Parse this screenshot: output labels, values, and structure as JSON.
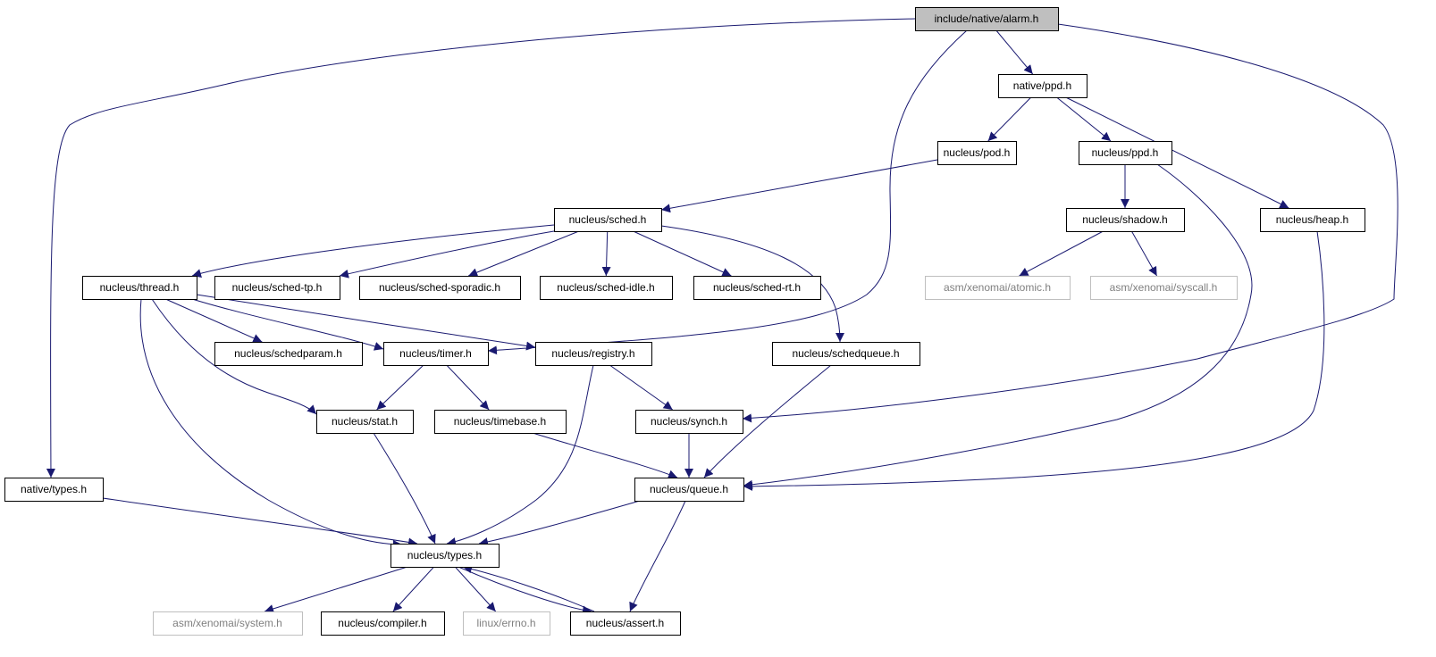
{
  "diagram": {
    "colors": {
      "edge": "#191970",
      "node_border": "#000000",
      "root_fill": "#bfbfbf",
      "missing_border": "#bfbfbf",
      "missing_text": "#808080",
      "text": "#000000"
    },
    "nodes": [
      {
        "id": "alarm",
        "label": "include/native/alarm.h",
        "kind": "root"
      },
      {
        "id": "native_ppd",
        "label": "native/ppd.h",
        "kind": "normal"
      },
      {
        "id": "nucleus_pod",
        "label": "nucleus/pod.h",
        "kind": "normal"
      },
      {
        "id": "nucleus_ppd",
        "label": "nucleus/ppd.h",
        "kind": "normal"
      },
      {
        "id": "nucleus_sched",
        "label": "nucleus/sched.h",
        "kind": "normal"
      },
      {
        "id": "nucleus_shadow",
        "label": "nucleus/shadow.h",
        "kind": "normal"
      },
      {
        "id": "nucleus_heap",
        "label": "nucleus/heap.h",
        "kind": "normal"
      },
      {
        "id": "nucleus_thread",
        "label": "nucleus/thread.h",
        "kind": "normal"
      },
      {
        "id": "sched_tp",
        "label": "nucleus/sched-tp.h",
        "kind": "normal"
      },
      {
        "id": "sched_sporadic",
        "label": "nucleus/sched-sporadic.h",
        "kind": "normal"
      },
      {
        "id": "sched_idle",
        "label": "nucleus/sched-idle.h",
        "kind": "normal"
      },
      {
        "id": "sched_rt",
        "label": "nucleus/sched-rt.h",
        "kind": "normal"
      },
      {
        "id": "asm_atomic",
        "label": "asm/xenomai/atomic.h",
        "kind": "missing"
      },
      {
        "id": "asm_syscall",
        "label": "asm/xenomai/syscall.h",
        "kind": "missing"
      },
      {
        "id": "schedparam",
        "label": "nucleus/schedparam.h",
        "kind": "normal"
      },
      {
        "id": "timer",
        "label": "nucleus/timer.h",
        "kind": "normal"
      },
      {
        "id": "registry",
        "label": "nucleus/registry.h",
        "kind": "normal"
      },
      {
        "id": "schedqueue",
        "label": "nucleus/schedqueue.h",
        "kind": "normal"
      },
      {
        "id": "stat",
        "label": "nucleus/stat.h",
        "kind": "normal"
      },
      {
        "id": "timebase",
        "label": "nucleus/timebase.h",
        "kind": "normal"
      },
      {
        "id": "synch",
        "label": "nucleus/synch.h",
        "kind": "normal"
      },
      {
        "id": "native_types",
        "label": "native/types.h",
        "kind": "normal"
      },
      {
        "id": "queue",
        "label": "nucleus/queue.h",
        "kind": "normal"
      },
      {
        "id": "nucleus_types",
        "label": "nucleus/types.h",
        "kind": "normal"
      },
      {
        "id": "asm_system",
        "label": "asm/xenomai/system.h",
        "kind": "missing"
      },
      {
        "id": "compiler",
        "label": "nucleus/compiler.h",
        "kind": "normal"
      },
      {
        "id": "linux_errno",
        "label": "linux/errno.h",
        "kind": "missing"
      },
      {
        "id": "assert",
        "label": "nucleus/assert.h",
        "kind": "normal"
      }
    ],
    "edges": [
      {
        "from": "alarm",
        "to": "native_ppd"
      },
      {
        "from": "alarm",
        "to": "native_types"
      },
      {
        "from": "alarm",
        "to": "timer"
      },
      {
        "from": "alarm",
        "to": "synch"
      },
      {
        "from": "native_ppd",
        "to": "nucleus_pod"
      },
      {
        "from": "native_ppd",
        "to": "nucleus_ppd"
      },
      {
        "from": "native_ppd",
        "to": "nucleus_heap"
      },
      {
        "from": "nucleus_pod",
        "to": "nucleus_sched"
      },
      {
        "from": "nucleus_ppd",
        "to": "nucleus_shadow"
      },
      {
        "from": "nucleus_ppd",
        "to": "queue"
      },
      {
        "from": "nucleus_shadow",
        "to": "asm_atomic"
      },
      {
        "from": "nucleus_shadow",
        "to": "asm_syscall"
      },
      {
        "from": "nucleus_heap",
        "to": "queue"
      },
      {
        "from": "nucleus_sched",
        "to": "nucleus_thread"
      },
      {
        "from": "nucleus_sched",
        "to": "sched_tp"
      },
      {
        "from": "nucleus_sched",
        "to": "sched_sporadic"
      },
      {
        "from": "nucleus_sched",
        "to": "sched_idle"
      },
      {
        "from": "nucleus_sched",
        "to": "sched_rt"
      },
      {
        "from": "nucleus_sched",
        "to": "schedqueue"
      },
      {
        "from": "nucleus_thread",
        "to": "schedparam"
      },
      {
        "from": "nucleus_thread",
        "to": "timer"
      },
      {
        "from": "nucleus_thread",
        "to": "registry"
      },
      {
        "from": "nucleus_thread",
        "to": "stat"
      },
      {
        "from": "nucleus_thread",
        "to": "nucleus_types"
      },
      {
        "from": "timer",
        "to": "stat"
      },
      {
        "from": "timer",
        "to": "timebase"
      },
      {
        "from": "registry",
        "to": "synch"
      },
      {
        "from": "registry",
        "to": "nucleus_types"
      },
      {
        "from": "schedqueue",
        "to": "queue"
      },
      {
        "from": "synch",
        "to": "queue"
      },
      {
        "from": "timebase",
        "to": "queue"
      },
      {
        "from": "stat",
        "to": "nucleus_types"
      },
      {
        "from": "native_types",
        "to": "nucleus_types"
      },
      {
        "from": "queue",
        "to": "nucleus_types"
      },
      {
        "from": "queue",
        "to": "assert"
      },
      {
        "from": "nucleus_types",
        "to": "asm_system"
      },
      {
        "from": "nucleus_types",
        "to": "compiler"
      },
      {
        "from": "nucleus_types",
        "to": "linux_errno"
      },
      {
        "from": "nucleus_types",
        "to": "assert"
      },
      {
        "from": "assert",
        "to": "nucleus_types"
      }
    ]
  }
}
